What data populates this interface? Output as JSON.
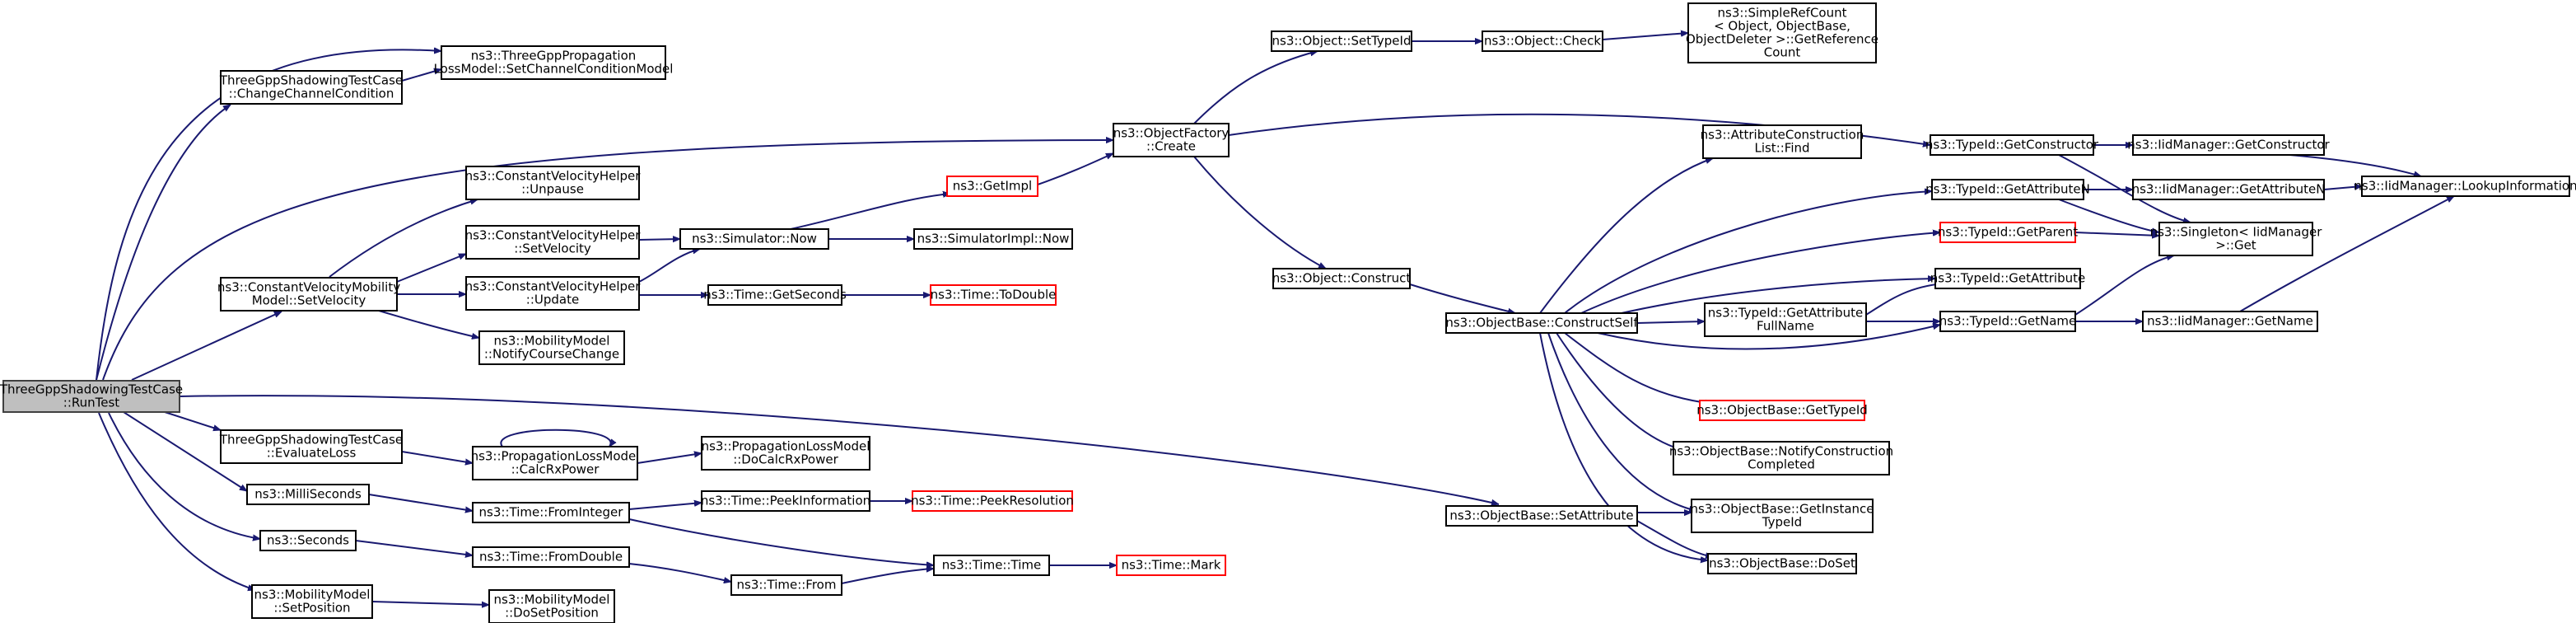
{
  "colors": {
    "edge": "#191970",
    "node_border": "#000000",
    "truncated_border": "#ff0000",
    "root_fill": "#bfbfbf",
    "root_border": "#404040",
    "background": "#ffffff"
  },
  "nodes": [
    {
      "id": "root",
      "lines": [
        "ThreeGppShadowingTestCase",
        "::RunTest"
      ],
      "kind": "root"
    },
    {
      "id": "ccc",
      "lines": [
        "ThreeGppShadowingTestCase",
        "::ChangeChannelCondition"
      ]
    },
    {
      "id": "scm",
      "lines": [
        "ns3::ThreeGppPropagation",
        "LossModel::SetChannelConditionModel"
      ]
    },
    {
      "id": "cvmsv",
      "lines": [
        "ns3::ConstantVelocityMobility",
        "Model::SetVelocity"
      ]
    },
    {
      "id": "cvhun",
      "lines": [
        "ns3::ConstantVelocityHelper",
        "::Unpause"
      ]
    },
    {
      "id": "cvhsv",
      "lines": [
        "ns3::ConstantVelocityHelper",
        "::SetVelocity"
      ]
    },
    {
      "id": "cvhup",
      "lines": [
        "ns3::ConstantVelocityHelper",
        "::Update"
      ]
    },
    {
      "id": "mmncc",
      "lines": [
        "ns3::MobilityModel",
        "::NotifyCourseChange"
      ]
    },
    {
      "id": "el",
      "lines": [
        "ThreeGppShadowingTestCase",
        "::EvaluateLoss"
      ]
    },
    {
      "id": "crx",
      "lines": [
        "ns3::PropagationLossModel",
        "::CalcRxPower"
      ]
    },
    {
      "id": "dcrx",
      "lines": [
        "ns3::PropagationLossModel",
        "::DoCalcRxPower"
      ]
    },
    {
      "id": "ms",
      "lines": [
        "ns3::MilliSeconds"
      ]
    },
    {
      "id": "sec",
      "lines": [
        "ns3::Seconds"
      ]
    },
    {
      "id": "fi",
      "lines": [
        "ns3::Time::FromInteger"
      ]
    },
    {
      "id": "fd",
      "lines": [
        "ns3::Time::FromDouble"
      ]
    },
    {
      "id": "pi",
      "lines": [
        "ns3::Time::PeekInformation"
      ]
    },
    {
      "id": "pr",
      "lines": [
        "ns3::Time::PeekResolution"
      ],
      "kind": "trunc"
    },
    {
      "id": "from",
      "lines": [
        "ns3::Time::From"
      ]
    },
    {
      "id": "time",
      "lines": [
        "ns3::Time::Time"
      ]
    },
    {
      "id": "mark",
      "lines": [
        "ns3::Time::Mark"
      ],
      "kind": "trunc"
    },
    {
      "id": "mmsp",
      "lines": [
        "ns3::MobilityModel",
        "::SetPosition"
      ]
    },
    {
      "id": "mmdsp",
      "lines": [
        "ns3::MobilityModel",
        "::DoSetPosition"
      ]
    },
    {
      "id": "simnow",
      "lines": [
        "ns3::Simulator::Now"
      ]
    },
    {
      "id": "getimpl",
      "lines": [
        "ns3::GetImpl"
      ],
      "kind": "trunc"
    },
    {
      "id": "siminow",
      "lines": [
        "ns3::SimulatorImpl::Now"
      ]
    },
    {
      "id": "getsec",
      "lines": [
        "ns3::Time::GetSeconds"
      ]
    },
    {
      "id": "todouble",
      "lines": [
        "ns3::Time::ToDouble"
      ],
      "kind": "trunc"
    },
    {
      "id": "ofc",
      "lines": [
        "ns3::ObjectFactory",
        "::Create"
      ]
    },
    {
      "id": "ost",
      "lines": [
        "ns3::Object::SetTypeId"
      ]
    },
    {
      "id": "ochk",
      "lines": [
        "ns3::Object::Check"
      ]
    },
    {
      "id": "src",
      "lines": [
        "ns3::SimpleRefCount",
        "< Object, ObjectBase,",
        "ObjectDeleter >::GetReference",
        "Count"
      ]
    },
    {
      "id": "ocon",
      "lines": [
        "ns3::Object::Construct"
      ]
    },
    {
      "id": "obcs",
      "lines": [
        "ns3::ObjectBase::ConstructSelf"
      ]
    },
    {
      "id": "obsa",
      "lines": [
        "ns3::ObjectBase::SetAttribute"
      ]
    },
    {
      "id": "aclf",
      "lines": [
        "ns3::AttributeConstruction",
        "List::Find"
      ]
    },
    {
      "id": "tgan",
      "lines": [
        "ns3::TypeId::GetAttributeN"
      ]
    },
    {
      "id": "tgp",
      "lines": [
        "ns3::TypeId::GetParent"
      ],
      "kind": "trunc"
    },
    {
      "id": "tga",
      "lines": [
        "ns3::TypeId::GetAttribute"
      ]
    },
    {
      "id": "tgafn",
      "lines": [
        "ns3::TypeId::GetAttribute",
        "FullName"
      ]
    },
    {
      "id": "tgn",
      "lines": [
        "ns3::TypeId::GetName"
      ]
    },
    {
      "id": "obgt",
      "lines": [
        "ns3::ObjectBase::GetTypeId"
      ],
      "kind": "trunc"
    },
    {
      "id": "obncc",
      "lines": [
        "ns3::ObjectBase::NotifyConstruction",
        "Completed"
      ]
    },
    {
      "id": "obgit",
      "lines": [
        "ns3::ObjectBase::GetInstance",
        "TypeId"
      ]
    },
    {
      "id": "obds",
      "lines": [
        "ns3::ObjectBase::DoSet"
      ]
    },
    {
      "id": "tgc",
      "lines": [
        "ns3::TypeId::GetConstructor"
      ]
    },
    {
      "id": "imgc",
      "lines": [
        "ns3::IidManager::GetConstructor"
      ]
    },
    {
      "id": "imgan",
      "lines": [
        "ns3::IidManager::GetAttributeN"
      ]
    },
    {
      "id": "imli",
      "lines": [
        "ns3::IidManager::LookupInformation"
      ]
    },
    {
      "id": "sing",
      "lines": [
        "ns3::Singleton< IidManager",
        " >::Get"
      ]
    },
    {
      "id": "imgn",
      "lines": [
        "ns3::IidManager::GetName"
      ]
    }
  ]
}
